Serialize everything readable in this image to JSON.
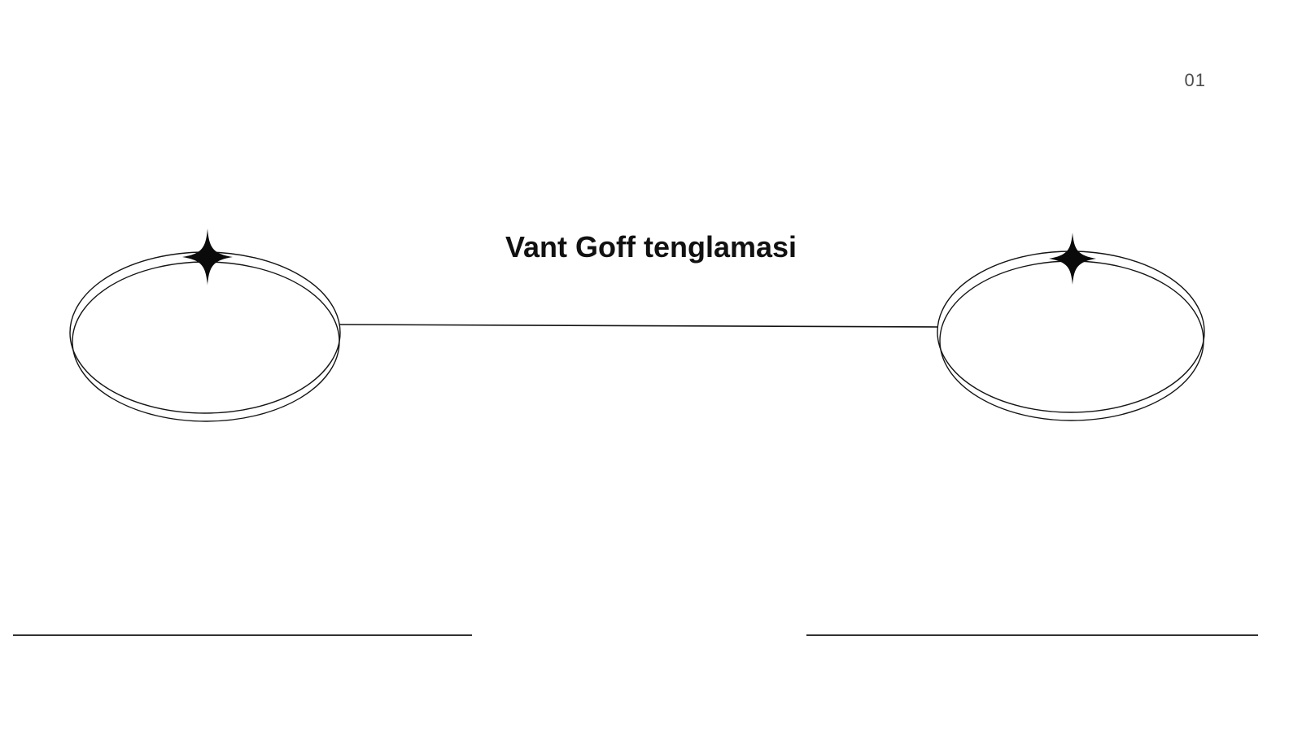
{
  "page_number": "01",
  "title": "Vant Goff tenglamasi",
  "colors": {
    "background": "#ffffff",
    "stroke": "#141414",
    "title": "#111111",
    "page_number": "#4d4d4d",
    "sparkle": "#0a0a0a"
  },
  "nodes": [
    {
      "id": "left-node",
      "icon": "sparkle-icon",
      "shape": "double-ellipse"
    },
    {
      "id": "right-node",
      "icon": "sparkle-icon",
      "shape": "double-ellipse"
    }
  ],
  "connector": {
    "type": "line"
  }
}
